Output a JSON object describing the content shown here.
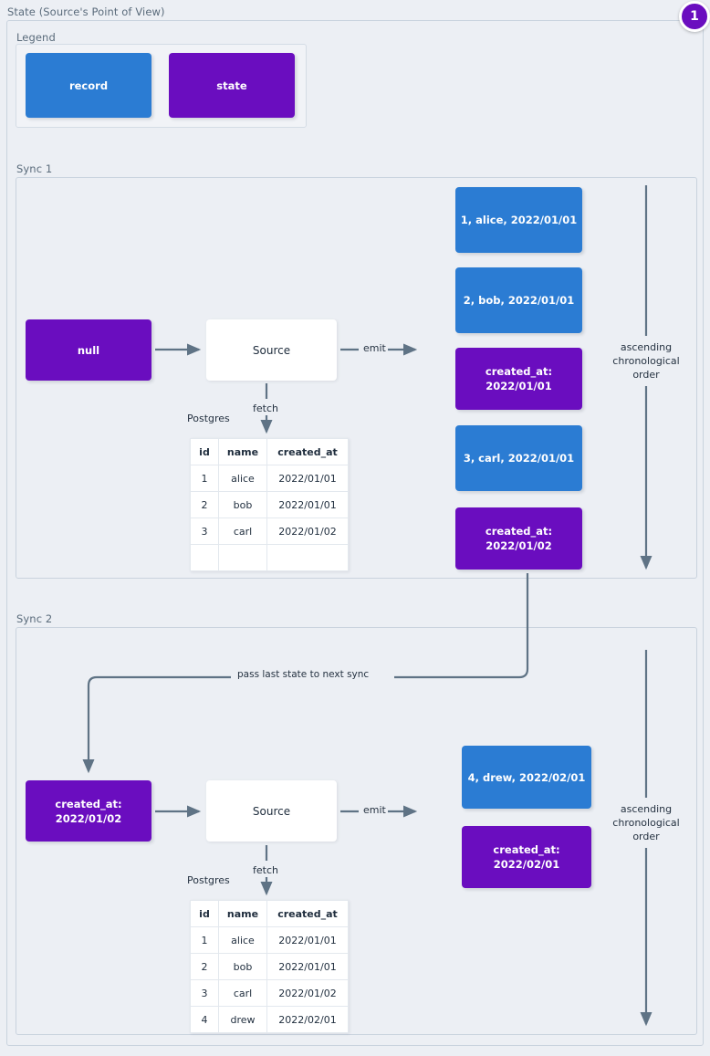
{
  "page": {
    "title": "State (Source's Point of View)",
    "badge": "1",
    "colors": {
      "record": "#2b7cd3",
      "state": "#6a0dbf",
      "edge": "#5f7385",
      "background": "#eceff4",
      "border": "#c9d3de"
    }
  },
  "legend": {
    "title": "Legend",
    "items": [
      {
        "label": "record",
        "kind": "record"
      },
      {
        "label": "state",
        "kind": "state"
      }
    ]
  },
  "sync1": {
    "title": "Sync 1",
    "state_in": "null",
    "source": "Source",
    "db_label": "Postgres",
    "fetch_label": "fetch",
    "emit_label": "emit",
    "order_label": "ascending\nchronological\norder",
    "table": {
      "columns": [
        "id",
        "name",
        "created_at"
      ],
      "rows": [
        [
          "1",
          "alice",
          "2022/01/01"
        ],
        [
          "2",
          "bob",
          "2022/01/01"
        ],
        [
          "3",
          "carl",
          "2022/01/02"
        ],
        [
          "",
          "",
          ""
        ]
      ]
    },
    "emitted": [
      {
        "kind": "record",
        "text": "1, alice, 2022/01/01"
      },
      {
        "kind": "record",
        "text": "2, bob, 2022/01/01"
      },
      {
        "kind": "state",
        "text": "created_at:\n2022/01/01"
      },
      {
        "kind": "record",
        "text": "3, carl, 2022/01/01"
      },
      {
        "kind": "state",
        "text": "created_at:\n2022/01/02"
      }
    ]
  },
  "sync2": {
    "title": "Sync 2",
    "pass_label": "pass last state to next sync",
    "state_in": "created_at:\n2022/01/02",
    "source": "Source",
    "db_label": "Postgres",
    "fetch_label": "fetch",
    "emit_label": "emit",
    "order_label": "ascending\nchronological\norder",
    "table": {
      "columns": [
        "id",
        "name",
        "created_at"
      ],
      "rows": [
        [
          "1",
          "alice",
          "2022/01/01"
        ],
        [
          "2",
          "bob",
          "2022/01/01"
        ],
        [
          "3",
          "carl",
          "2022/01/02"
        ],
        [
          "4",
          "drew",
          "2022/02/01"
        ]
      ]
    },
    "emitted": [
      {
        "kind": "record",
        "text": "4, drew, 2022/02/01"
      },
      {
        "kind": "state",
        "text": "created_at:\n2022/02/01"
      }
    ]
  }
}
